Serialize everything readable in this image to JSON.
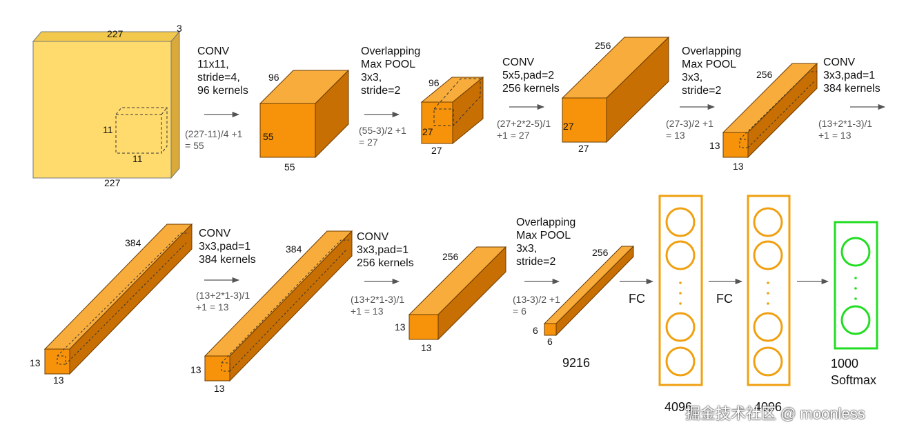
{
  "colors": {
    "input_front": "#ffdb6e",
    "input_top": "#f2c94c",
    "input_side": "#d9a93a",
    "block_front": "#f6930b",
    "block_top": "#f8ac3c",
    "block_side": "#c86f04",
    "fc": "#f0a010",
    "softmax": "#22dd22",
    "arrow": "#555555"
  },
  "input": {
    "width": "227",
    "height": "227",
    "depth": "3",
    "kernel_w": "11",
    "kernel_h": "11"
  },
  "conv1": {
    "op": "CONV\n11x11,\nstride=4,\n96 kernels",
    "calc": "(227-11)/4 +1\n= 55",
    "depth": "96",
    "h": "55",
    "w": "55"
  },
  "pool1": {
    "op": "Overlapping\nMax POOL\n3x3,\nstride=2",
    "calc": "(55-3)/2 +1\n= 27",
    "depth": "96",
    "h": "27",
    "w": "27"
  },
  "conv2": {
    "op": "CONV\n5x5,pad=2\n256 kernels",
    "calc": "(27+2*2-5)/1\n+1  = 27",
    "depth": "256",
    "h": "27",
    "w": "27"
  },
  "pool2": {
    "op": "Overlapping\nMax POOL\n3x3,\nstride=2",
    "calc": "(27-3)/2 +1\n= 13",
    "depth": "256",
    "h": "13",
    "w": "13"
  },
  "conv3": {
    "op": "CONV\n3x3,pad=1\n384 kernels",
    "calc": "(13+2*1-3)/1\n+1  = 13"
  },
  "block5": {
    "depth": "384",
    "h": "13",
    "w": "13"
  },
  "conv4": {
    "op": "CONV\n3x3,pad=1\n384 kernels",
    "calc": "(13+2*1-3)/1\n+1  = 13"
  },
  "block6": {
    "depth": "384",
    "h": "13",
    "w": "13"
  },
  "conv5": {
    "op": "CONV\n3x3,pad=1\n256 kernels",
    "calc": "(13+2*1-3)/1\n+1  = 13"
  },
  "block7": {
    "depth": "256",
    "h": "13",
    "w": "13"
  },
  "pool3": {
    "op": "Overlapping\nMax POOL\n3x3,\nstride=2",
    "calc": "(13-3)/2 +1\n= 6"
  },
  "block8": {
    "depth": "256",
    "h": "6",
    "w": "6",
    "flat": "9216"
  },
  "fc": {
    "label1": "FC",
    "label2": "FC",
    "size1": "4096",
    "size2": "4096",
    "dots": "·\n·\n·"
  },
  "softmax": {
    "size": "1000",
    "label": "Softmax"
  },
  "watermark": "掘金技术社区 @ moonless"
}
